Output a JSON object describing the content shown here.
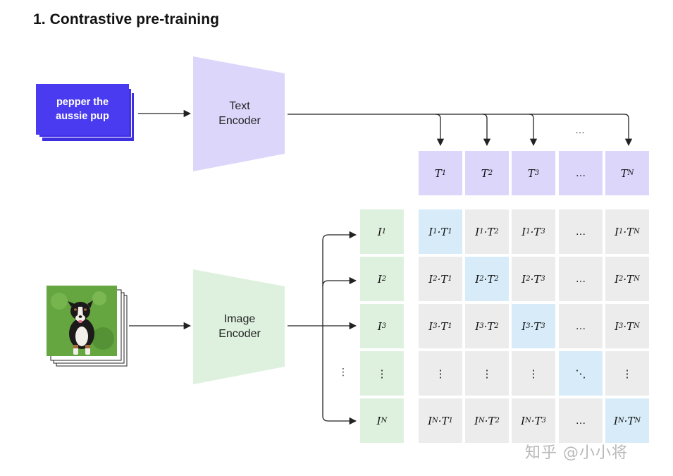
{
  "title": "1. Contrastive pre-training",
  "text_input": "pepper the aussie pup",
  "text_encoder": {
    "line1": "Text",
    "line2": "Encoder"
  },
  "image_encoder": {
    "line1": "Image",
    "line2": "Encoder"
  },
  "text_features": [
    {
      "base": "T",
      "sub": "1"
    },
    {
      "base": "T",
      "sub": "2"
    },
    {
      "base": "T",
      "sub": "3"
    },
    {
      "base": "…",
      "sub": ""
    },
    {
      "base": "T",
      "sub": "N"
    }
  ],
  "image_features": [
    {
      "base": "I",
      "sub": "1"
    },
    {
      "base": "I",
      "sub": "2"
    },
    {
      "base": "I",
      "sub": "3"
    },
    {
      "base": "⋮",
      "sub": ""
    },
    {
      "base": "I",
      "sub": "N"
    }
  ],
  "matrix_rows": [
    [
      "I1·T1",
      "I1·T2",
      "I1·T3",
      "…",
      "I1·TN"
    ],
    [
      "I2·T1",
      "I2·T2",
      "I2·T3",
      "…",
      "I2·TN"
    ],
    [
      "I3·T1",
      "I3·T2",
      "I3·T3",
      "…",
      "I3·TN"
    ],
    [
      "⋮",
      "⋮",
      "⋮",
      "⋱",
      "⋮"
    ],
    [
      "IN·T1",
      "IN·T2",
      "IN·T3",
      "…",
      "IN·TN"
    ]
  ],
  "top_ellipsis": "…",
  "left_vdots": "⋮",
  "watermark": "知乎 @小小将",
  "colors": {
    "text_card": "#4a3bf0",
    "text_encoder": "#dcd6fb",
    "image_encoder": "#def1de",
    "matrix_cell": "#ececec",
    "diagonal_cell": "#d7ecf8"
  },
  "icons": {
    "dog_photo": "dog-photo-icon"
  }
}
